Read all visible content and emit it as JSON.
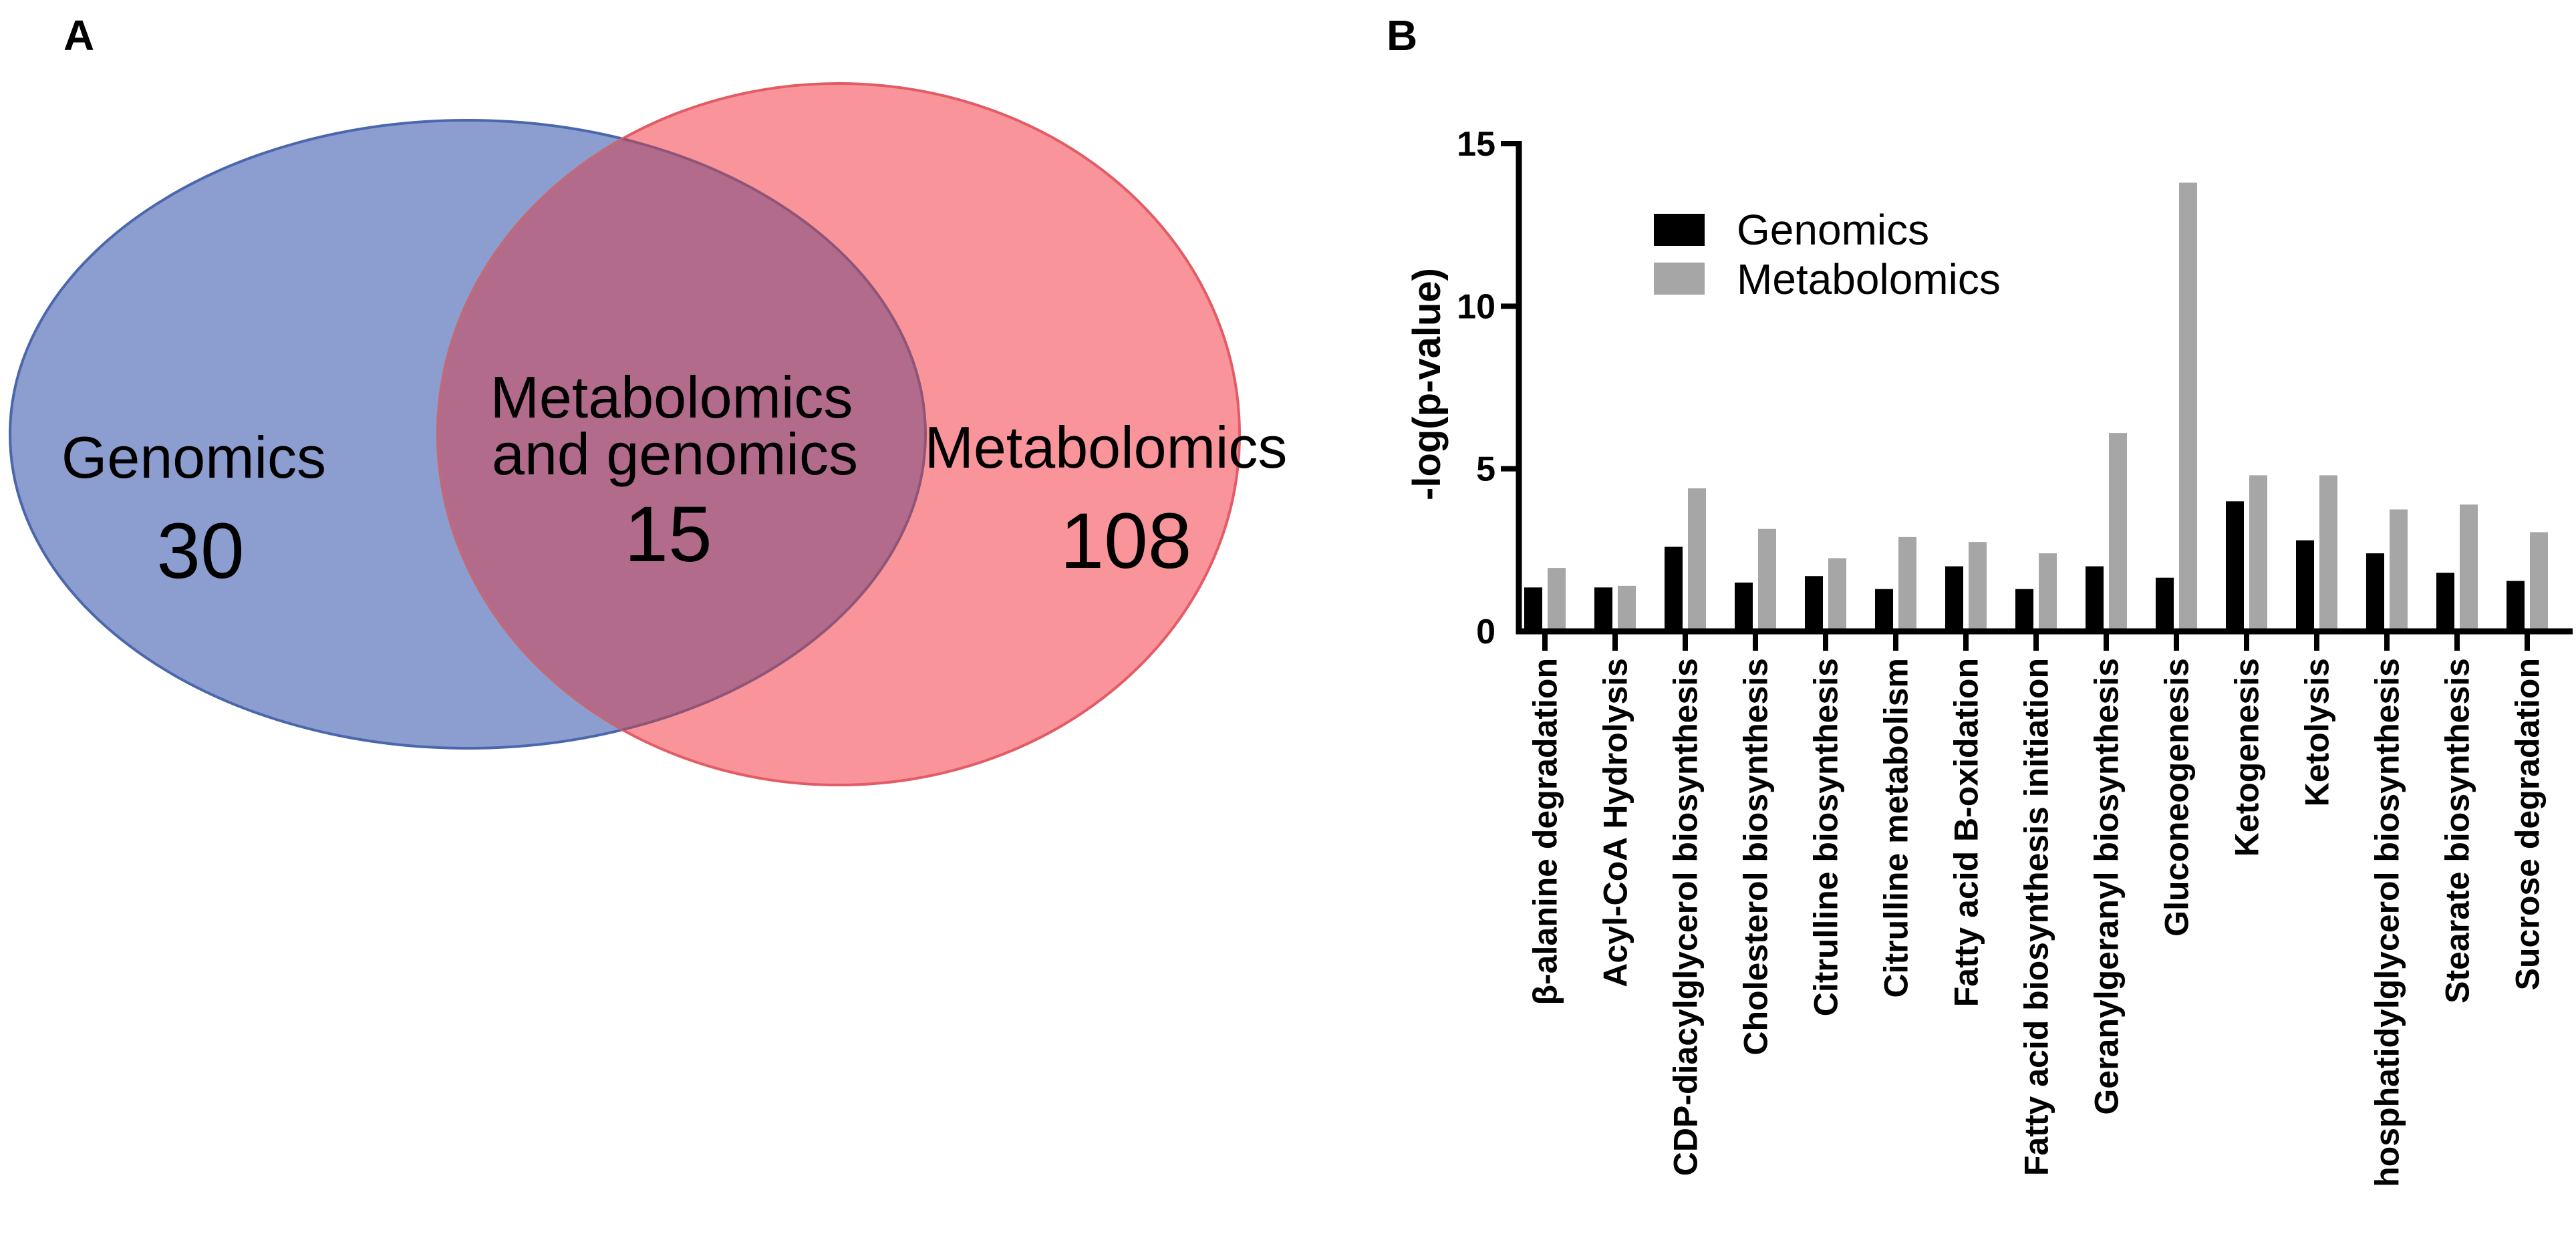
{
  "figure": {
    "panel_a_label": "A",
    "panel_b_label": "B",
    "background": "#ffffff"
  },
  "venn": {
    "left_circle": {
      "label": "Genomics",
      "count": "30",
      "fill": "#8C9DD0",
      "stroke": "#4A67AD"
    },
    "overlap": {
      "label_line1": "Metabolomics",
      "label_line2": "and genomics",
      "count": "15",
      "fill": "#B26B8B"
    },
    "right_circle": {
      "label": "Metabolomics",
      "count": "108",
      "fill": "#F9949A",
      "stroke": "#E25B65"
    }
  },
  "chart_data": {
    "type": "bar",
    "title": "",
    "xlabel": "",
    "ylabel": "-log(p-value)",
    "ylim": [
      0,
      15
    ],
    "yticks": [
      0,
      5,
      10,
      15
    ],
    "grid": false,
    "legend_position": "upper-left-inside",
    "categories": [
      "β-alanine degradation",
      "Acyl-CoA Hydrolysis",
      "CDP-diacylglycerol biosynthesis",
      "Cholesterol biosynthesis",
      "Citrulline biosynthesis",
      "Citrulline metabolism",
      "Fatty acid B-oxidation",
      "Fatty acid biosynthesis initiation",
      "Geranylgeranyl biosynthesis",
      "Gluconeogenesis",
      "Ketogenesis",
      "Ketolysis",
      "hosphatidylglycerol biosynthesis",
      "Stearate biosynthesis",
      "Sucrose degradation"
    ],
    "series": [
      {
        "name": "Genomics",
        "color": "#000000",
        "values": [
          1.35,
          1.35,
          2.6,
          1.5,
          1.7,
          1.3,
          2.0,
          1.3,
          2.0,
          1.65,
          4.0,
          2.8,
          2.4,
          1.8,
          1.55
        ]
      },
      {
        "name": "Metabolomics",
        "color": "#A6A6A6",
        "values": [
          1.95,
          1.4,
          4.4,
          3.15,
          2.25,
          2.9,
          2.75,
          2.4,
          6.1,
          13.8,
          4.8,
          4.8,
          3.75,
          3.9,
          3.05
        ]
      }
    ]
  }
}
